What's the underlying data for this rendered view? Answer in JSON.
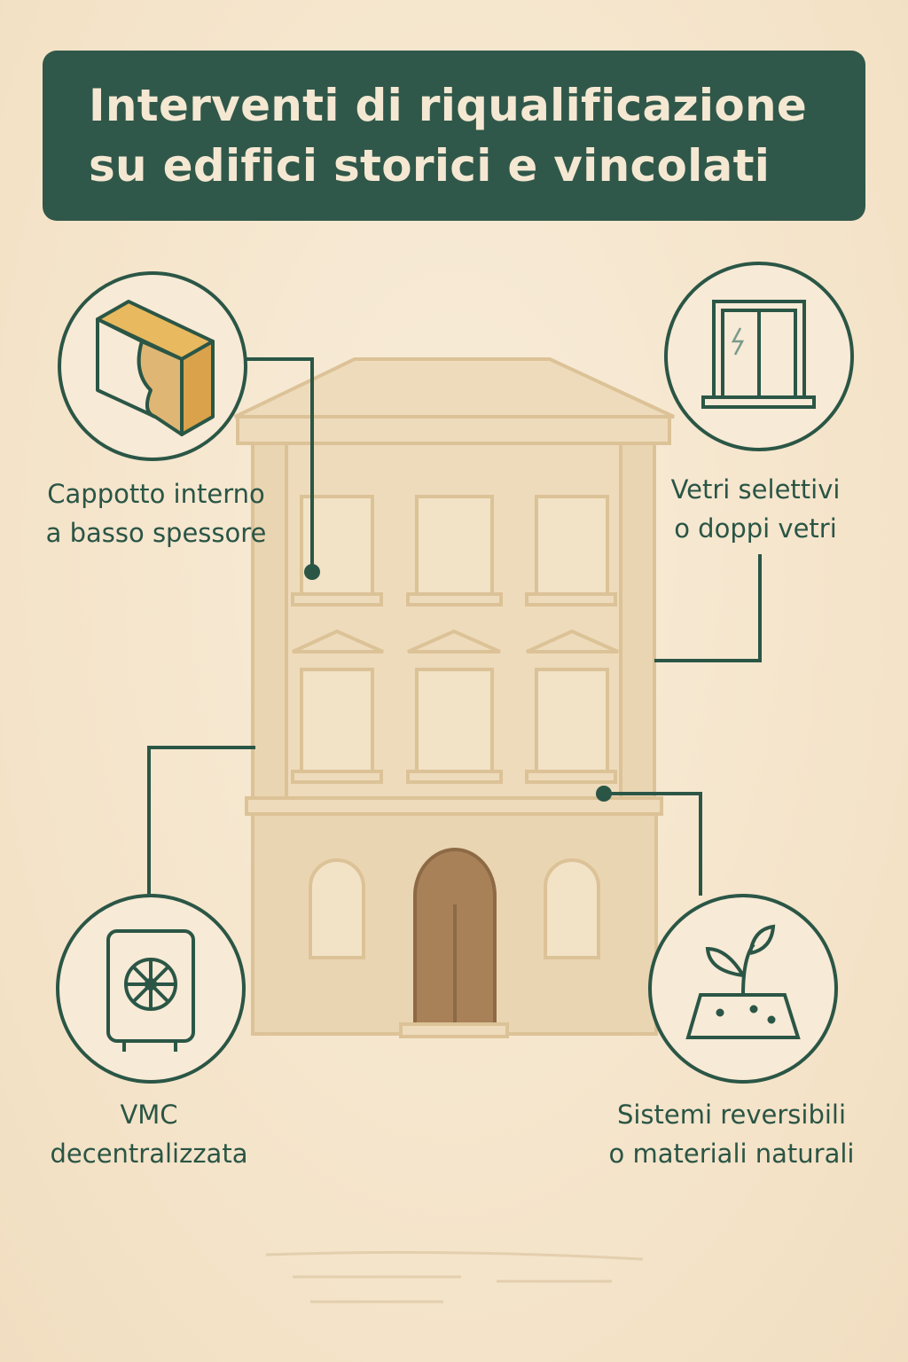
{
  "title": {
    "line1": "Interventi di riqualificazione",
    "line2": "su edifici storici e vincolati"
  },
  "items": [
    {
      "icon": "insulation-panel-icon",
      "line1": "Cappotto interno",
      "line2": "a basso spessore"
    },
    {
      "icon": "window-icon",
      "line1": "Vetri selettivi",
      "line2": "o doppi vetri"
    },
    {
      "icon": "ventilation-unit-icon",
      "line1": "VMC",
      "line2": "decentralizzata"
    },
    {
      "icon": "plant-sprout-icon",
      "line1": "Sistemi reversibili",
      "line2": "o materiali naturali"
    }
  ],
  "colors": {
    "accent": "#2b5646",
    "background": "#f4e3c8",
    "building": "#e6d0a9",
    "door": "#a07a4f"
  }
}
